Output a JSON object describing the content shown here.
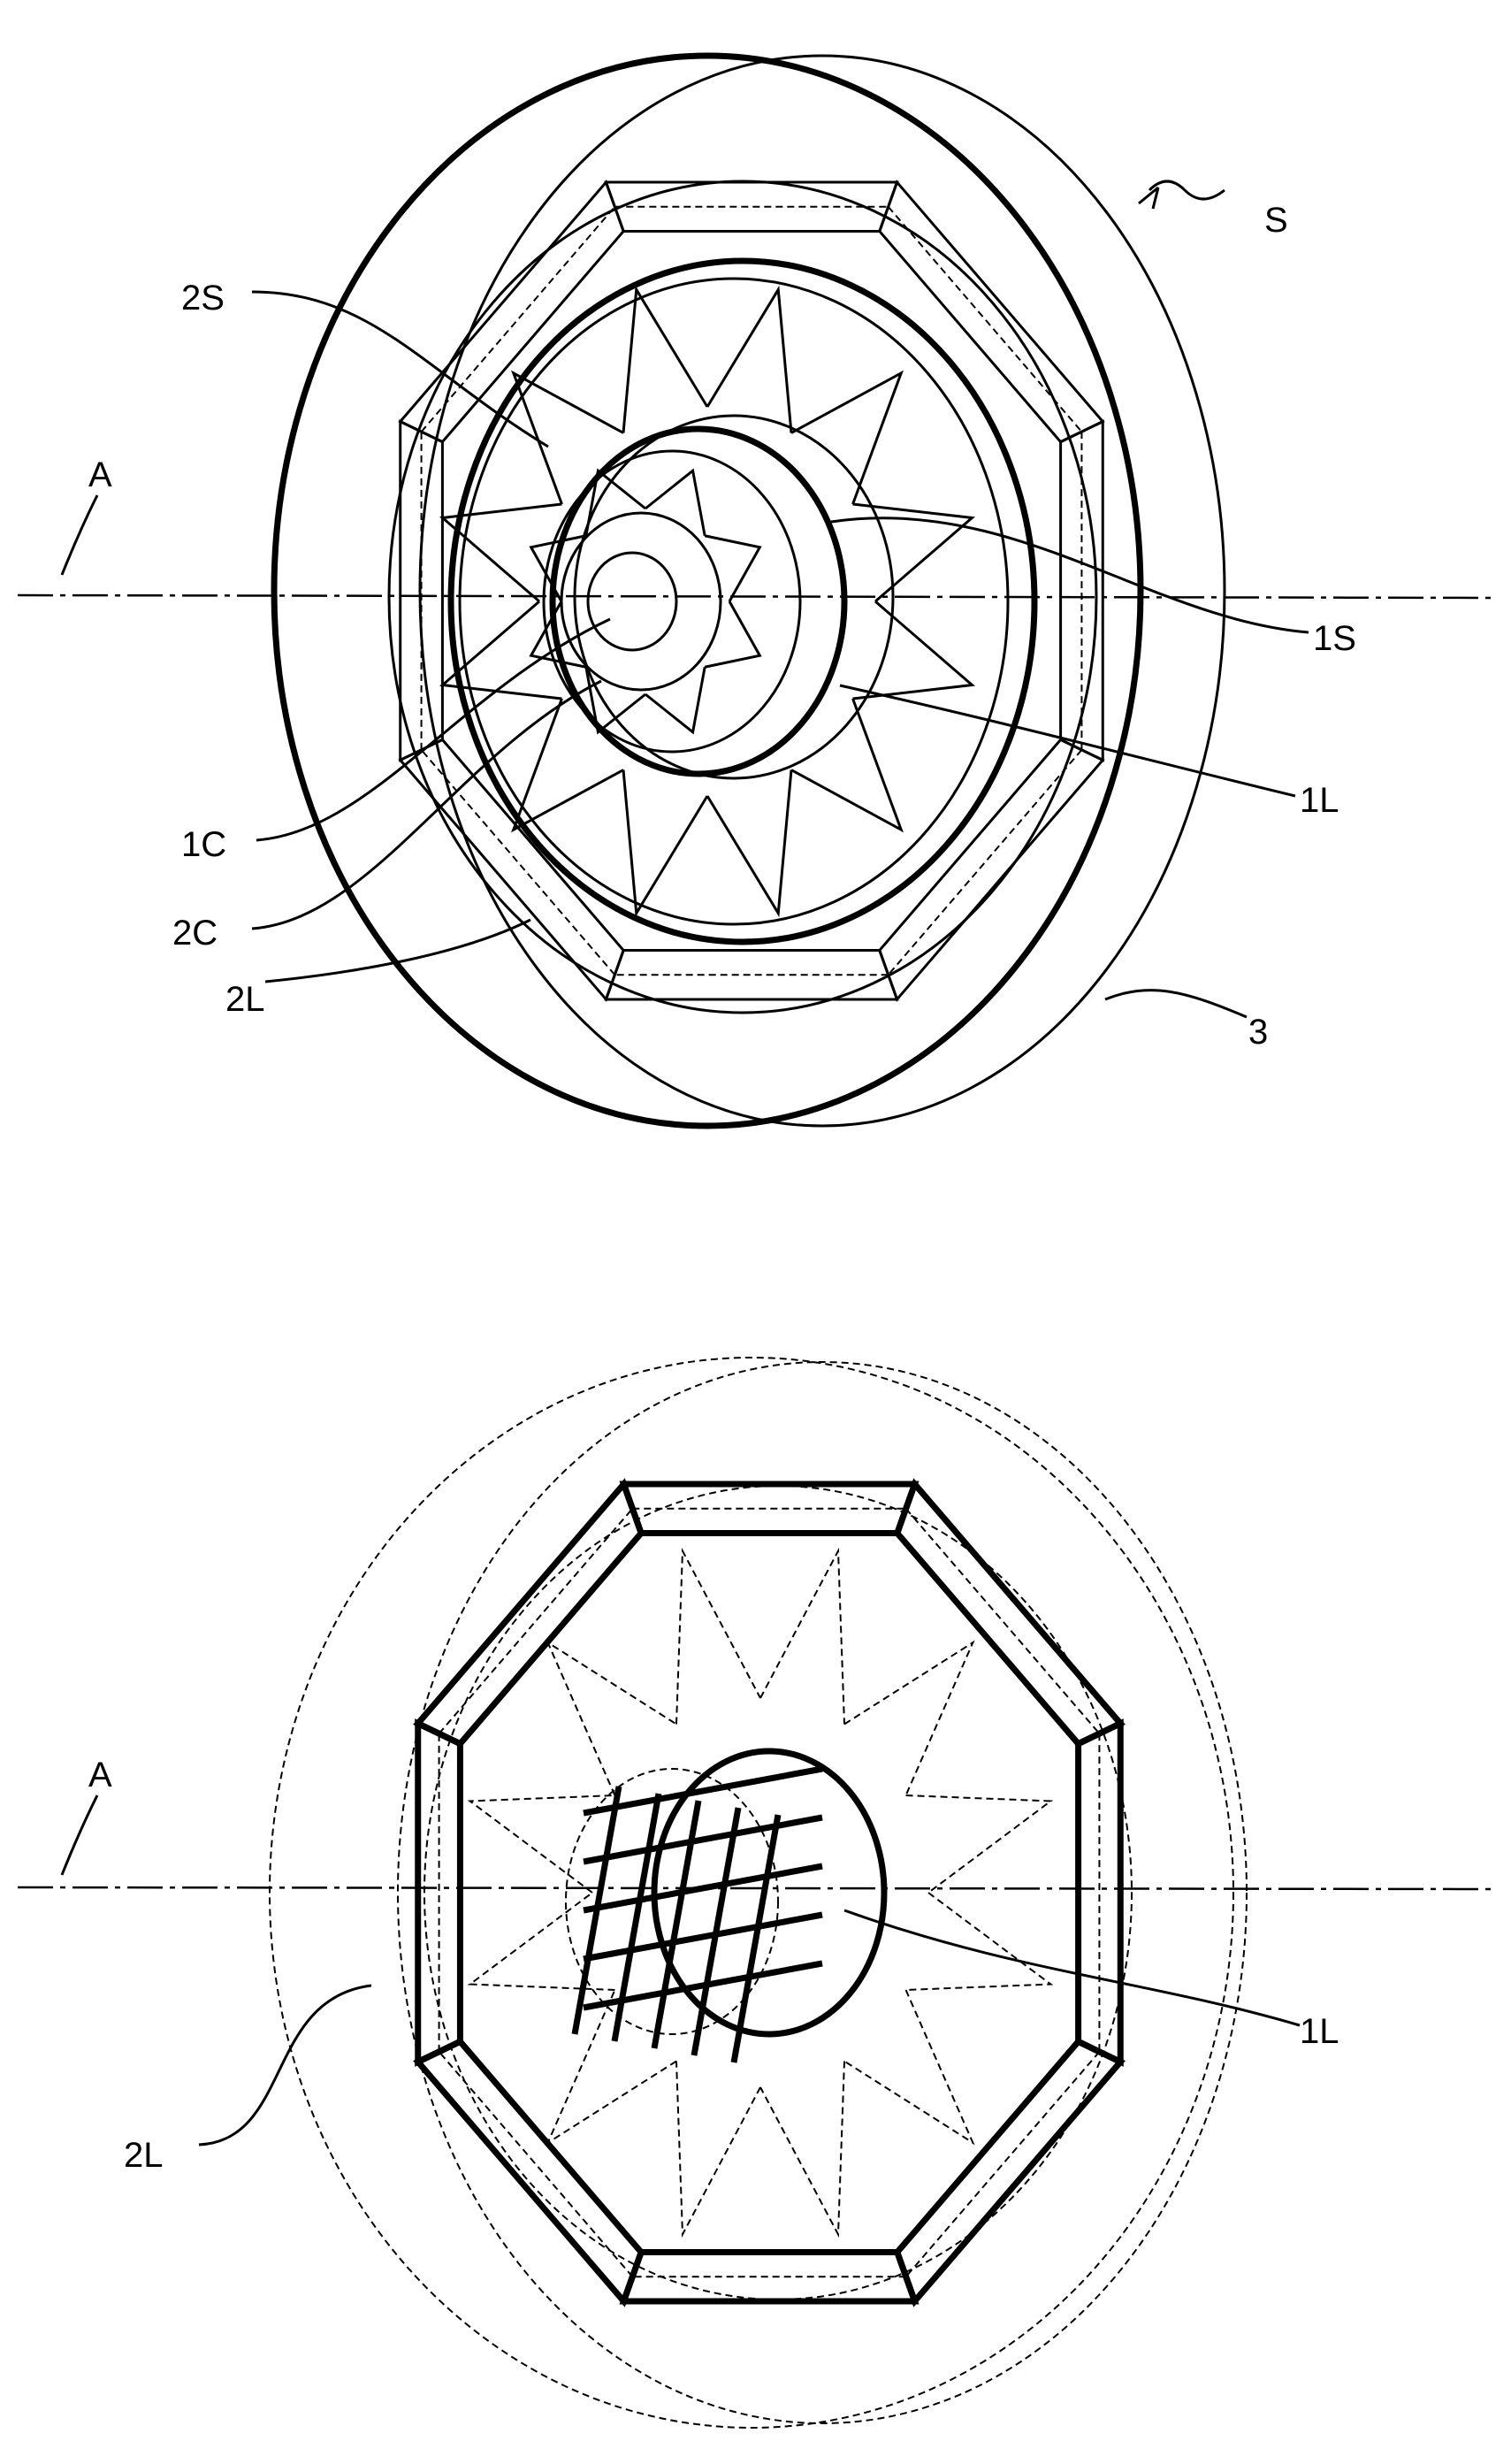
{
  "figure_top": {
    "labels": {
      "S": "S",
      "2S": "2S",
      "A": "A",
      "1S": "1S",
      "1L": "1L",
      "1C": "1C",
      "2C": "2C",
      "2L": "2L",
      "3": "3"
    }
  },
  "figure_bottom": {
    "labels": {
      "A": "A",
      "1L": "1L",
      "2L": "2L"
    }
  }
}
